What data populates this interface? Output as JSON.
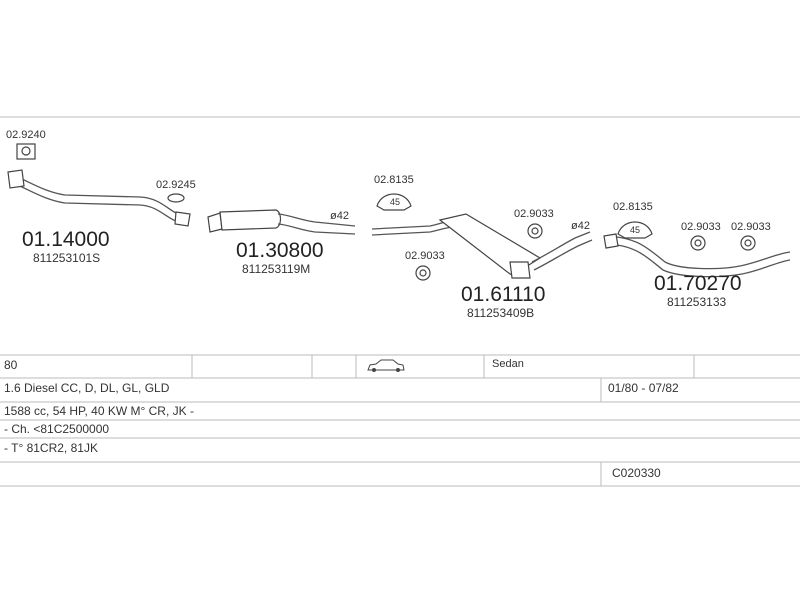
{
  "parts": {
    "p1": {
      "ref": "01.14000",
      "oem": "811253101S"
    },
    "p2": {
      "ref": "01.30800",
      "oem": "811253119M",
      "diameter": "ø42"
    },
    "p3": {
      "ref": "01.61110",
      "oem": "811253409B",
      "diameter": "ø42"
    },
    "p4": {
      "ref": "01.70270",
      "oem": "811253133"
    }
  },
  "accessories": {
    "a1": "02.9240",
    "a2": "02.9245",
    "a3": "02.8135",
    "a3_badge": "45",
    "a4": "02.9033",
    "a5": "02.9033",
    "a6": "02.8135",
    "a6_badge": "45",
    "a7": "02.9033",
    "a8": "02.9033"
  },
  "vehicle": {
    "year": "80",
    "body": "Sedan",
    "engine": "1.6 Diesel CC, D, DL, GL, GLD",
    "period": "01/80 - 07/82",
    "specs": "1588 cc, 54 HP, 40 KW M° CR, JK -",
    "chassis": "- Ch. <81C2500000",
    "type": "- T° 81CR2, 81JK",
    "code": "C020330"
  }
}
